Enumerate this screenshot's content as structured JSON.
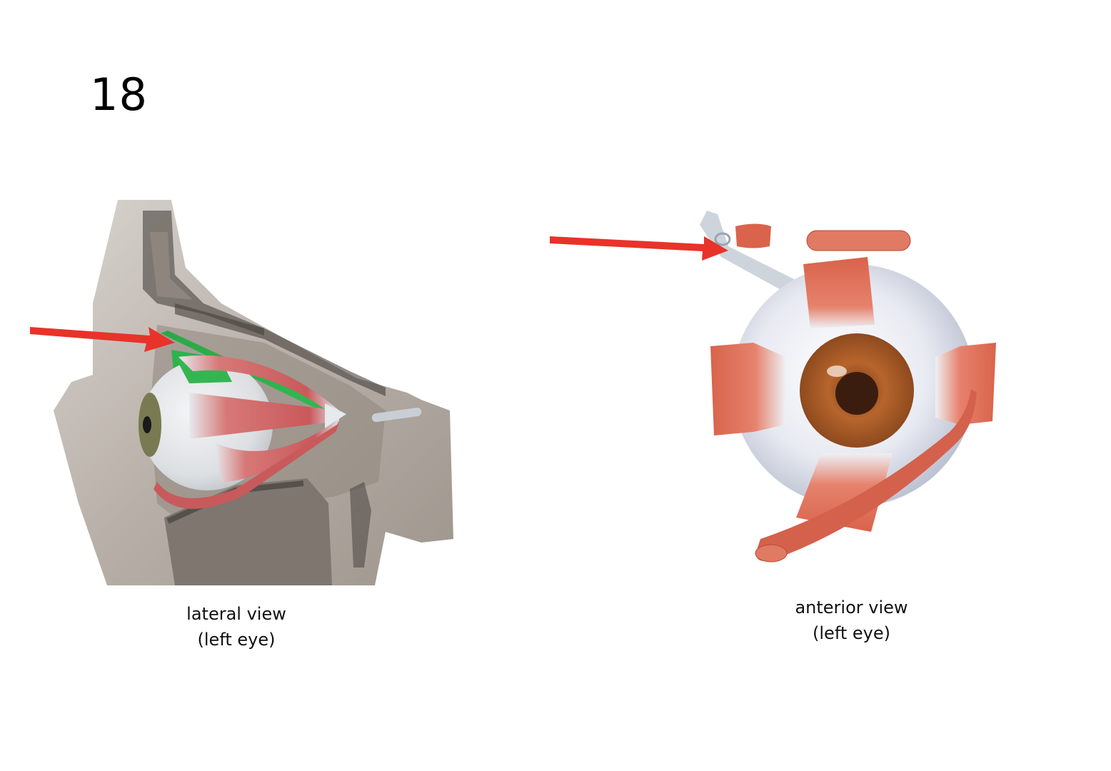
{
  "slide": {
    "number": "18",
    "background": "#ffffff"
  },
  "figures": [
    {
      "id": "lateral",
      "image": "lateral view of orbit with extraocular muscles (superior oblique highlighted green)",
      "caption_line1": "lateral view",
      "caption_line2": "(left eye)",
      "highlight_color": "#2db34a"
    },
    {
      "id": "anterior",
      "image": "anterior view of eyeball with extraocular muscle insertions and trochlea",
      "caption_line1": "anterior view",
      "caption_line2": "(left eye)"
    }
  ],
  "arrows": [
    {
      "id": "arrow-lateral",
      "color": "#e8332a",
      "target": "superior oblique muscle"
    },
    {
      "id": "arrow-anterior",
      "color": "#e8332a",
      "target": "trochlea / superior oblique tendon"
    }
  ]
}
